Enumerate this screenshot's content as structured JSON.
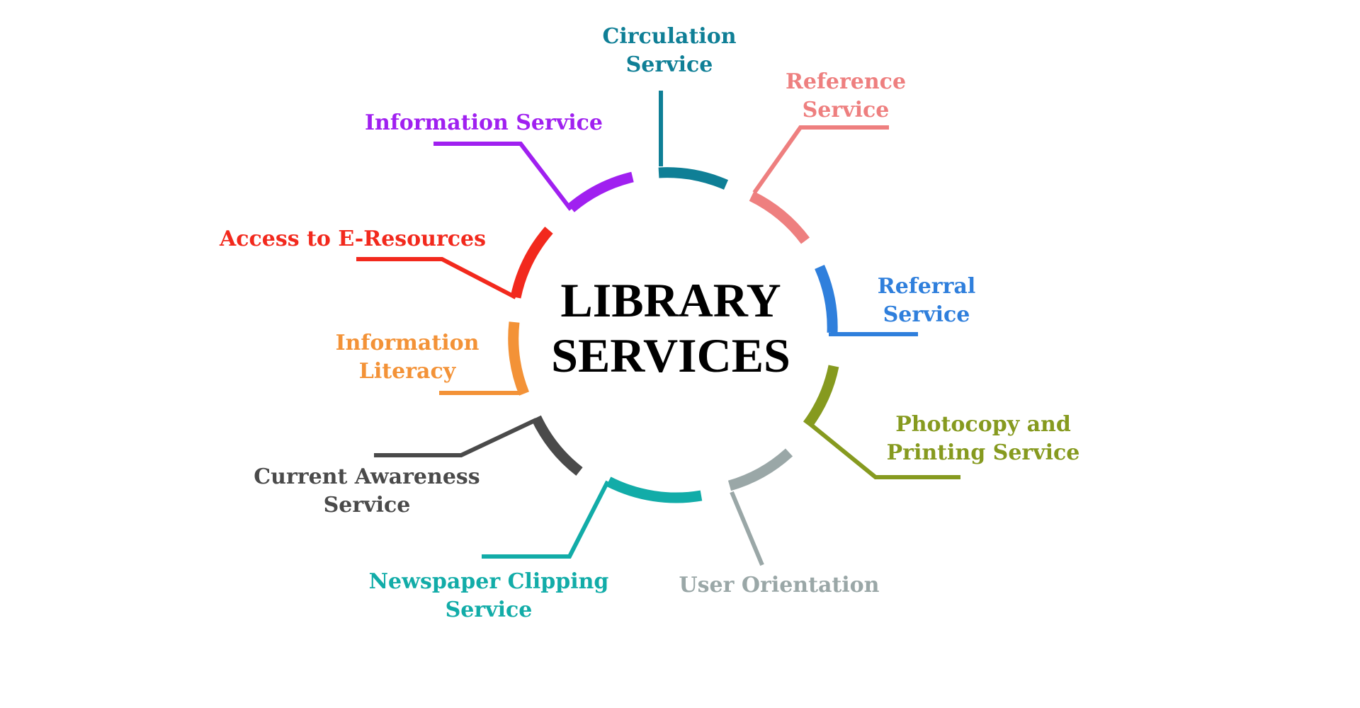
{
  "center": {
    "title_line1": "LIBRARY",
    "title_line2": "SERVICES"
  },
  "services": [
    {
      "id": "circulation",
      "line1": "Circulation",
      "line2": "Service",
      "color": "#0f7f96"
    },
    {
      "id": "reference",
      "line1": "Reference",
      "line2": "Service",
      "color": "#ee7f7f"
    },
    {
      "id": "referral",
      "line1": "Referral",
      "line2": "Service",
      "color": "#2f7fdc"
    },
    {
      "id": "photocopy",
      "line1": "Photocopy and",
      "line2": "Printing Service",
      "color": "#869a1f"
    },
    {
      "id": "user-orientation",
      "line1": "User Orientation",
      "line2": "",
      "color": "#9aa7a7"
    },
    {
      "id": "newspaper-clipping",
      "line1": "Newspaper Clipping",
      "line2": "Service",
      "color": "#12aca8"
    },
    {
      "id": "current-awareness",
      "line1": "Current Awareness",
      "line2": "Service",
      "color": "#4a4a4a"
    },
    {
      "id": "information-literacy",
      "line1": "Information",
      "line2": "Literacy",
      "color": "#f39237"
    },
    {
      "id": "e-resources",
      "line1": "Access to E-Resources",
      "line2": "",
      "color": "#f2291d"
    },
    {
      "id": "information-service",
      "line1": "Information Service",
      "line2": "",
      "color": "#a020f0"
    }
  ]
}
